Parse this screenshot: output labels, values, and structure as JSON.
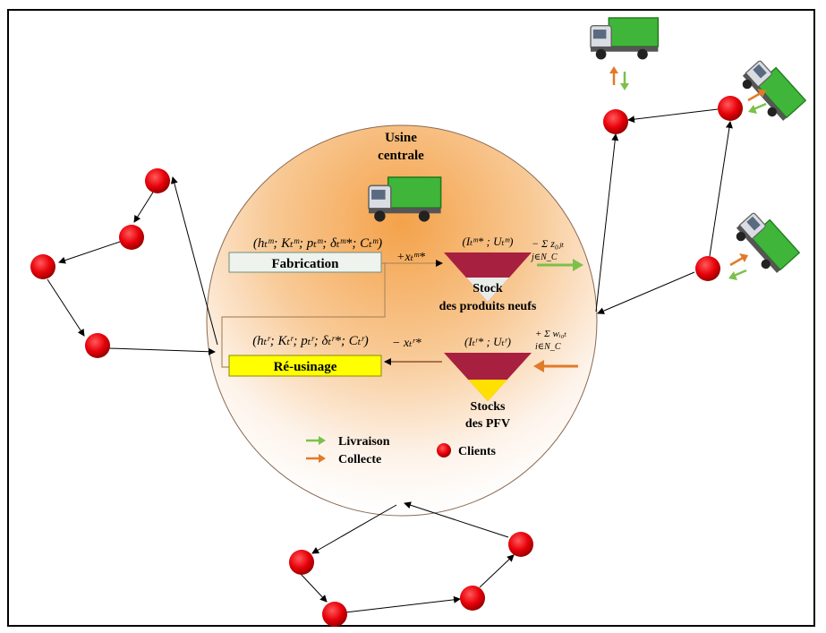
{
  "factory": {
    "title_line1": "Usine",
    "title_line2": "centrale"
  },
  "manufacturing": {
    "params": "(hₜᵐ; Kₜᵐ; pₜᵐ; δₜᵐ*; Cₜᵐ)",
    "box_label": "Fabrication",
    "production_var": "+xₜᵐ*"
  },
  "remanufacturing": {
    "params": "(hₜʳ; Kₜʳ; pₜʳ; δₜʳ*; Cₜʳ)",
    "box_label": "Ré-usinage",
    "production_var": "− xₜʳ*"
  },
  "new_stock": {
    "vars": "(Iₜᵐ* ; Uₜᵐ)",
    "flow": "− Σ z₀ⱼₜ",
    "flow_sub": "j∈N_C",
    "label_line1": "Stock",
    "label_line2": "des produits neufs"
  },
  "pfv_stock": {
    "vars": "(Iₜʳ* ; Uₜʳ)",
    "flow": "+ Σ wᵢ₀ₜ",
    "flow_sub": "i∈N_C",
    "label_line1": "Stocks",
    "label_line2": "des PFV"
  },
  "legend": {
    "delivery": "Livraison",
    "collection": "Collecte",
    "clients": "Clients"
  },
  "colors": {
    "delivery_arrow": "#7cc04a",
    "collection_arrow": "#e07b28",
    "client_node": "#e8000a",
    "fabrication_box": "#eef3ee",
    "reusinage_box": "#ffff00",
    "stock_triangle": "#a8203f",
    "truck_cargo": "#3fb63a"
  }
}
